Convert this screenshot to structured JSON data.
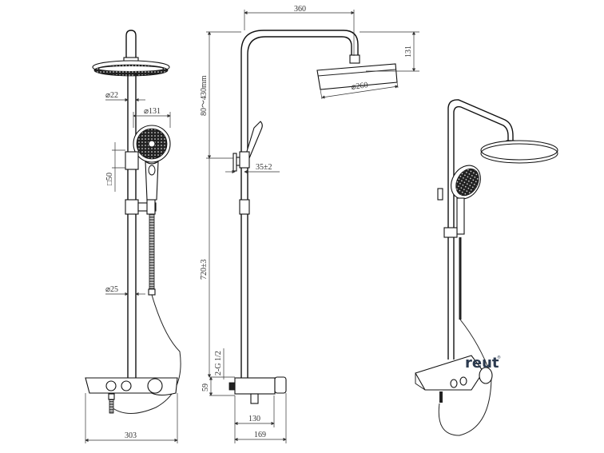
{
  "drawing": {
    "title": "Shower system dimension drawing",
    "views": [
      "front-view",
      "side-view",
      "perspective-view"
    ]
  },
  "front_view": {
    "dims": {
      "pipe_top_diameter": "⌀22",
      "hand_shower_diameter": "⌀131",
      "bracket_size": "□50",
      "pipe_bottom_diameter": "⌀25",
      "mixer_width": "303"
    }
  },
  "side_view": {
    "dims": {
      "arm_reach": "360",
      "head_drop": "131",
      "head_diameter": "⌀260",
      "adjust_range": "80～430mm",
      "wall_offset": "35±2",
      "column_height": "720±3",
      "inlet_thread": "2-G 1/2",
      "mixer_height": "59",
      "mixer_depth_inner": "130",
      "mixer_depth_total": "169"
    }
  },
  "perspective_view": {
    "brand": {
      "name": "reut",
      "mark": "®"
    }
  },
  "colors": {
    "line": "#222222",
    "brand": "#2b3a4f",
    "background": "#ffffff"
  }
}
